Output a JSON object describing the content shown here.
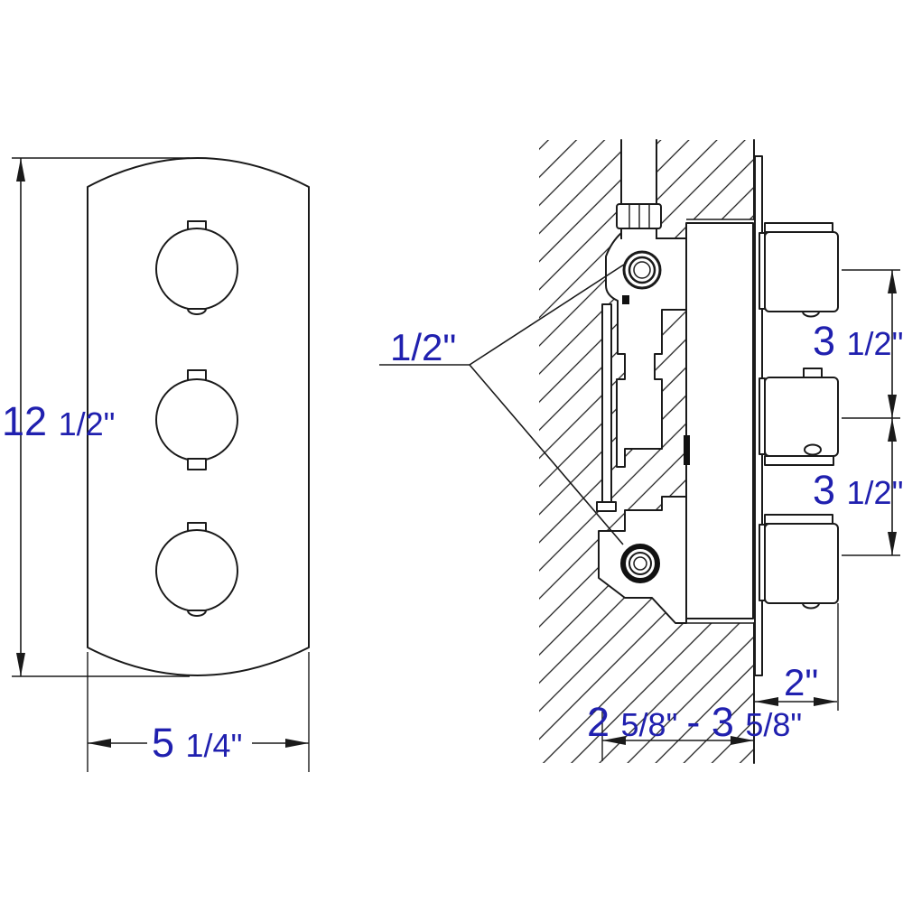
{
  "title": "Shower valve technical dimension drawing",
  "colors": {
    "background": "#ffffff",
    "line": "#1a1a1a",
    "dimension_text": "#2020af"
  },
  "views": {
    "front": "front-view-trim-plate-with-three-knobs",
    "side": "side-section-view-in-wall"
  },
  "dims": {
    "height": {
      "whole": "12 ",
      "frac": "1/2\""
    },
    "width": {
      "whole": "5 ",
      "frac": "1/4\""
    },
    "connection": {
      "text": "1/2\""
    },
    "spacing1": {
      "whole": "3 ",
      "frac": "1/2\""
    },
    "spacing2": {
      "whole": "3 ",
      "frac": "1/2\""
    },
    "protrusion": {
      "text": "2\""
    },
    "depth": {
      "w1": "2 ",
      "f1": "5/8\" ",
      "w2": "- 3 ",
      "f2": "5/8\""
    }
  }
}
